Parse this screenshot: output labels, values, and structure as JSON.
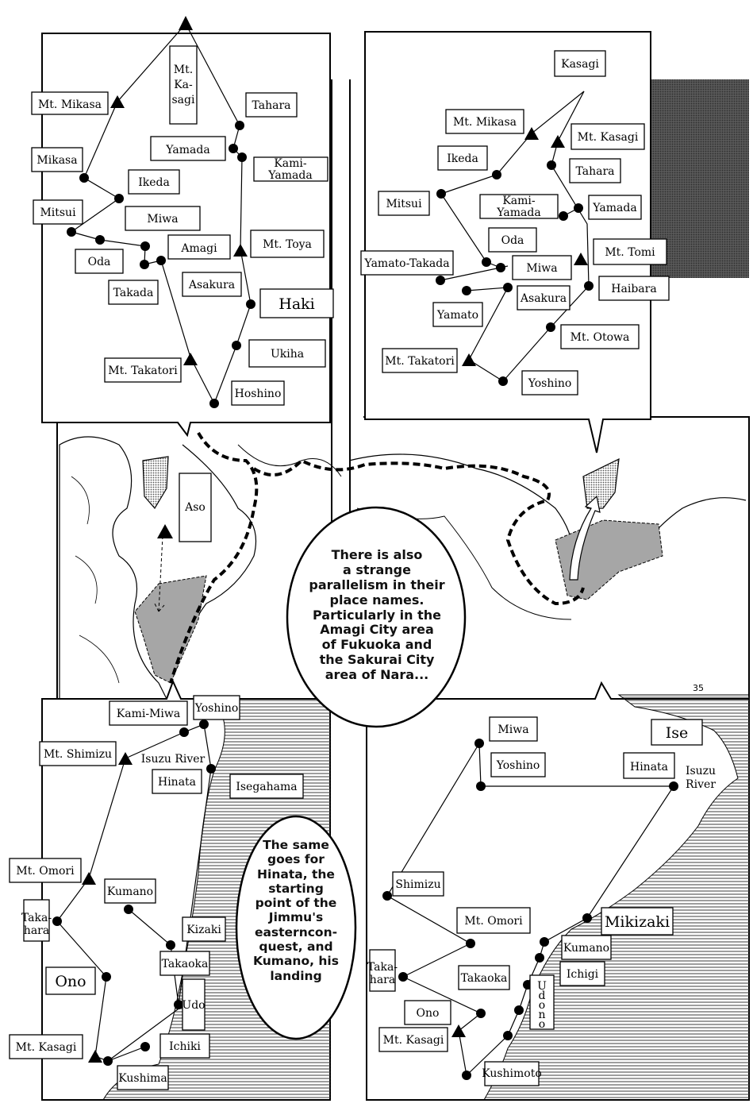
{
  "page_number": "35",
  "colors": {
    "ink": "#000000",
    "paper": "#ffffff",
    "screentone": "#9a9a9a",
    "sea_lines": "#6a6a6a"
  },
  "bubbles": {
    "center": [
      "There is also",
      "a strange",
      "parallelism in their",
      "place names.",
      "Particularly in the",
      "Amagi City area",
      "of Fukuoka and",
      "the Sakurai City",
      "area of Nara..."
    ],
    "bottom": [
      "The same",
      "goes for",
      "Hinata, the",
      "starting",
      "point of the",
      "Jimmu's",
      "easterncon-",
      "quest, and",
      "Kumano, his",
      "landing"
    ]
  },
  "center_map": {
    "label": "Aso"
  },
  "panel_top_left": {
    "labels": [
      "Mt. Mikasa",
      "Mt.",
      "Ka-",
      "sagi",
      "Tahara",
      "Yamada",
      "Kami-",
      "Yamada",
      "Mikasa",
      "Ikeda",
      "Mitsui",
      "Miwa",
      "Mt. Toya",
      "Amagi",
      "Oda",
      "Takada",
      "Asakura",
      "Haki",
      "Ukiha",
      "Mt. Takatori",
      "Hoshino"
    ]
  },
  "panel_top_right": {
    "labels": [
      "Kasagi",
      "Mt. Mikasa",
      "Mt. Kasagi",
      "Ikeda",
      "Tahara",
      "Mitsui",
      "Kami-",
      "Yamada",
      "Yamada",
      "Oda",
      "Mt. Tomi",
      "Yamato-Takada",
      "Miwa",
      "Haibara",
      "Asakura",
      "Yamato",
      "Mt. Otowa",
      "Mt. Takatori",
      "Yoshino"
    ]
  },
  "panel_bottom_left": {
    "labels": [
      "Kami-Miwa",
      "Yoshino",
      "Mt. Shimizu",
      "Isuzu River",
      "Hinata",
      "Isegahama",
      "Mt. Omori",
      "Kumano",
      "Taka-",
      "hara",
      "Kizaki",
      "Takaoka",
      "Ono",
      "Udo",
      "Ichiki",
      "Mt. Kasagi",
      "Kushima"
    ]
  },
  "panel_bottom_right": {
    "labels": [
      "Miwa",
      "Ise",
      "Yoshino",
      "Hinata",
      "Isuzu",
      "River",
      "Shimizu",
      "Mt. Omori",
      "Mikizaki",
      "Kumano",
      "Taka-",
      "hara",
      "Takaoka",
      "Ichigi",
      "U",
      "d",
      "o",
      "n",
      "o",
      "Ono",
      "Mt. Kasagi",
      "Kushimoto"
    ]
  }
}
